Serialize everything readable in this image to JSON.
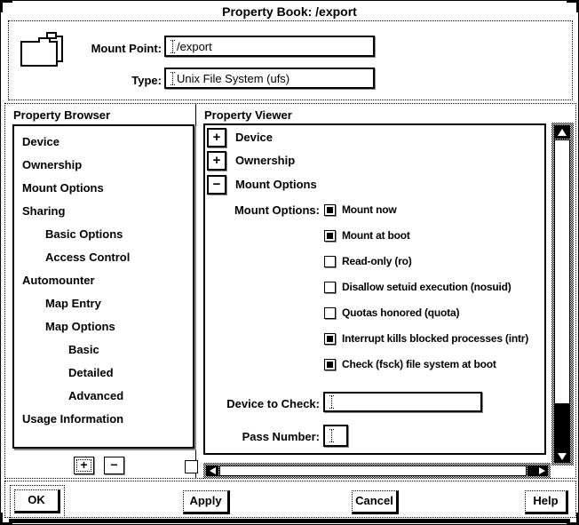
{
  "colors": {
    "foreground": "#000000",
    "background": "#ffffff",
    "stipple_shadow": "#8a8a8a"
  },
  "window": {
    "title": "Property Book: /export"
  },
  "form": {
    "mount_point": {
      "label": "Mount Point:",
      "value": "/export"
    },
    "type": {
      "label": "Type:",
      "value": "Unix File System (ufs)"
    }
  },
  "browser": {
    "title": "Property Browser",
    "items": [
      {
        "label": "Device",
        "indent": 0
      },
      {
        "label": "Ownership",
        "indent": 0
      },
      {
        "label": "Mount Options",
        "indent": 0
      },
      {
        "label": "Sharing",
        "indent": 0
      },
      {
        "label": "Basic Options",
        "indent": 1
      },
      {
        "label": "Access Control",
        "indent": 1
      },
      {
        "label": "Automounter",
        "indent": 0
      },
      {
        "label": "Map Entry",
        "indent": 1
      },
      {
        "label": "Map Options",
        "indent": 1
      },
      {
        "label": "Basic",
        "indent": 2
      },
      {
        "label": "Detailed",
        "indent": 2
      },
      {
        "label": "Advanced",
        "indent": 2
      },
      {
        "label": "Usage Information",
        "indent": 0
      }
    ],
    "add_button_label": "+",
    "remove_button_label": "−"
  },
  "viewer": {
    "title": "Property Viewer",
    "tree": [
      {
        "label": "Device",
        "glyph": "+",
        "state": "collapsed"
      },
      {
        "label": "Ownership",
        "glyph": "+",
        "state": "collapsed"
      },
      {
        "label": "Mount Options",
        "glyph": "−",
        "state": "expanded"
      }
    ],
    "mount_options": {
      "label": "Mount Options:",
      "checkboxes": [
        {
          "label": "Mount now",
          "checked": true
        },
        {
          "label": "Mount at boot",
          "checked": true
        },
        {
          "label": "Read-only (ro)",
          "checked": false
        },
        {
          "label": "Disallow setuid execution (nosuid)",
          "checked": false
        },
        {
          "label": "Quotas honored (quota)",
          "checked": false
        },
        {
          "label": "Interrupt kills blocked processes (intr)",
          "checked": true
        },
        {
          "label": "Check (fsck) file system at boot",
          "checked": true
        }
      ]
    },
    "device_to_check": {
      "label": "Device to Check:",
      "value": ""
    },
    "pass_number": {
      "label": "Pass Number:",
      "value": ""
    }
  },
  "footer": {
    "ok_label": "OK",
    "apply_label": "Apply",
    "cancel_label": "Cancel",
    "help_label": "Help"
  }
}
